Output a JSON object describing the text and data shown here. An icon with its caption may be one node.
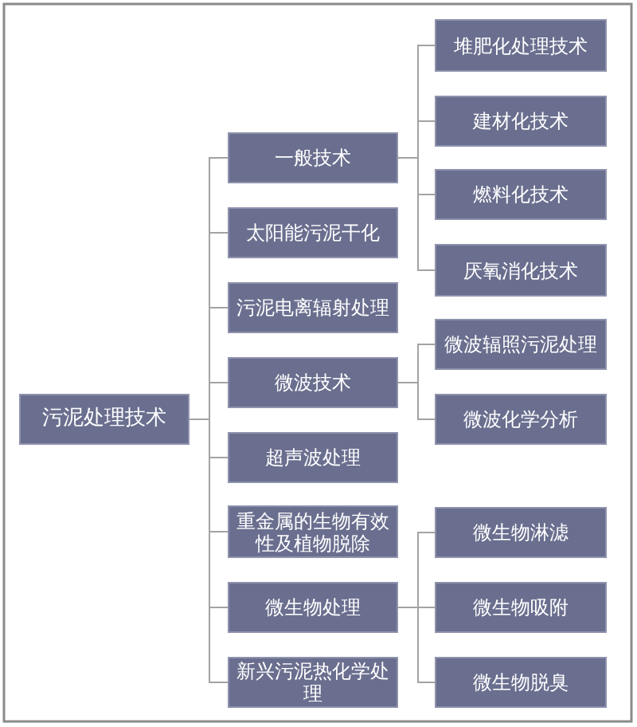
{
  "diagram": {
    "nodes": [
      {
        "text": [
          "污泥处理技术"
        ]
      },
      {
        "text": [
          "一般技术"
        ]
      },
      {
        "text": [
          "太阳能污泥干化"
        ]
      },
      {
        "text": [
          "污泥电离辐射处理"
        ]
      },
      {
        "text": [
          "微波技术"
        ]
      },
      {
        "text": [
          "超声波处理"
        ]
      },
      {
        "text": [
          "重金属的生物有效性及植物脱除"
        ]
      },
      {
        "text": [
          "微生物处理"
        ]
      },
      {
        "text": [
          "新兴污泥热化学处理"
        ]
      },
      {
        "text": [
          "堆肥化处理技术"
        ]
      },
      {
        "text": [
          "建材化技术"
        ]
      },
      {
        "text": [
          "燃料化技术"
        ]
      },
      {
        "text": [
          "厌氧消化技术"
        ]
      },
      {
        "text": [
          "微波辐照污泥处理"
        ]
      },
      {
        "text": [
          "微波化学分析"
        ]
      },
      {
        "text": [
          "微生物淋滤"
        ]
      },
      {
        "text": [
          "微生物吸附"
        ]
      },
      {
        "text": [
          "微生物脱臭"
        ]
      }
    ],
    "edges": [
      {
        "from": 0,
        "to": 1,
        "arrow": "none"
      },
      {
        "from": 0,
        "to": 2,
        "arrow": "none"
      },
      {
        "from": 0,
        "to": 3,
        "arrow": "none"
      },
      {
        "from": 0,
        "to": 4,
        "arrow": "none"
      },
      {
        "from": 0,
        "to": 5,
        "arrow": "none"
      },
      {
        "from": 0,
        "to": 6,
        "arrow": "none"
      },
      {
        "from": 0,
        "to": 7,
        "arrow": "none"
      },
      {
        "from": 0,
        "to": 8,
        "arrow": "none"
      },
      {
        "from": 1,
        "to": 9,
        "arrow": "none"
      },
      {
        "from": 1,
        "to": 10,
        "arrow": "none"
      },
      {
        "from": 1,
        "to": 11,
        "arrow": "none"
      },
      {
        "from": 1,
        "to": 12,
        "arrow": "none"
      },
      {
        "from": 4,
        "to": 13,
        "arrow": "none"
      },
      {
        "from": 4,
        "to": 14,
        "arrow": "none"
      },
      {
        "from": 7,
        "to": 15,
        "arrow": "none"
      },
      {
        "from": 7,
        "to": 16,
        "arrow": "none"
      },
      {
        "from": 7,
        "to": 17,
        "arrow": "none"
      }
    ]
  }
}
